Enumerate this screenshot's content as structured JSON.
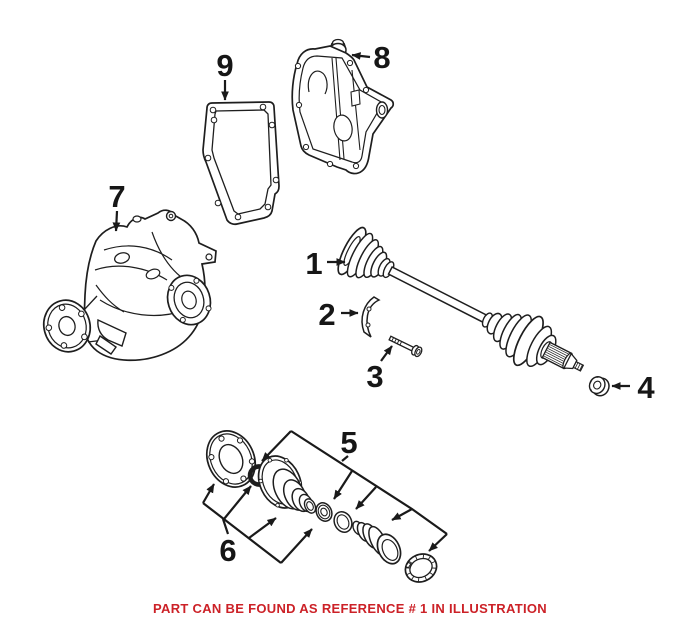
{
  "diagram": {
    "description": "exploded-parts-illustration",
    "callouts": [
      {
        "num": "1"
      },
      {
        "num": "2"
      },
      {
        "num": "3"
      },
      {
        "num": "4"
      },
      {
        "num": "5"
      },
      {
        "num": "6"
      },
      {
        "num": "7"
      },
      {
        "num": "8"
      },
      {
        "num": "9"
      }
    ],
    "footer": {
      "text": "PART CAN BE FOUND AS REFERENCE # 1 IN ILLUSTRATION",
      "color": "#CC2127"
    },
    "ink_color": "#1e1e1e",
    "background_color": "#ffffff"
  }
}
